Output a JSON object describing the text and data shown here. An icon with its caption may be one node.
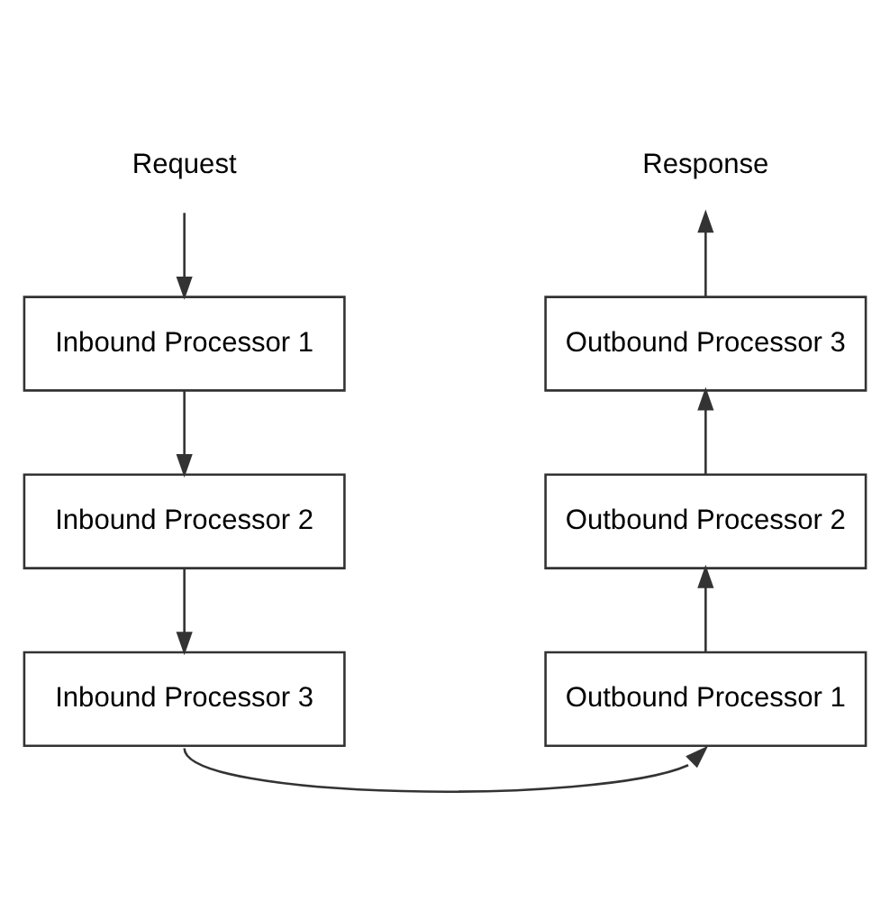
{
  "diagram": {
    "nodes": [
      {
        "text": [
          "Request"
        ]
      },
      {
        "text": [
          "Inbound Processor 1"
        ]
      },
      {
        "text": [
          "Inbound Processor 2"
        ]
      },
      {
        "text": [
          "Inbound Processor 3"
        ]
      },
      {
        "text": [
          "Response"
        ]
      },
      {
        "text": [
          "Outbound Processor 3"
        ]
      },
      {
        "text": [
          "Outbound Processor 2"
        ]
      },
      {
        "text": [
          "Outbound Processor 1"
        ]
      }
    ],
    "edges": [
      {
        "from": 0,
        "to": 1,
        "arrow": "to"
      },
      {
        "from": 1,
        "to": 2,
        "arrow": "to"
      },
      {
        "from": 2,
        "to": 3,
        "arrow": "to"
      },
      {
        "from": 3,
        "to": 7,
        "arrow": "to"
      },
      {
        "from": 7,
        "to": 6,
        "arrow": "to"
      },
      {
        "from": 6,
        "to": 5,
        "arrow": "to"
      },
      {
        "from": 5,
        "to": 4,
        "arrow": "to"
      }
    ]
  }
}
